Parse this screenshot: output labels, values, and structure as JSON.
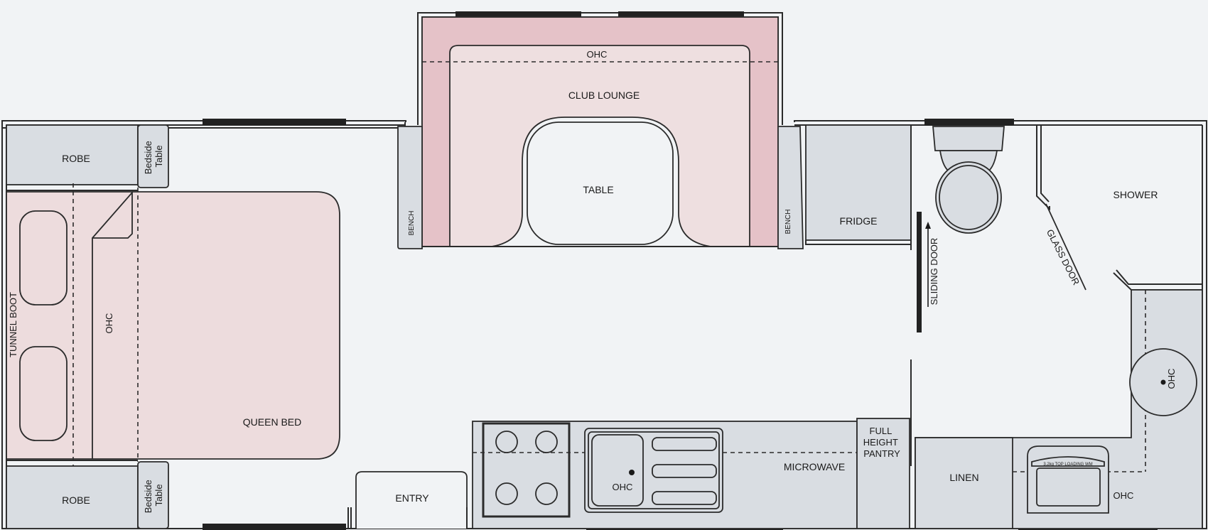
{
  "labels": {
    "robe_top": "ROBE",
    "robe_bottom": "ROBE",
    "bedside_top": [
      "Bedside",
      "Table"
    ],
    "bedside_bottom": [
      "Bedside",
      "Table"
    ],
    "tunnel_boot": "TUNNEL BOOT",
    "ohc_bed": "OHC",
    "queen_bed": "QUEEN BED",
    "ohc_lounge": "OHC",
    "club_lounge": "CLUB LOUNGE",
    "table": "TABLE",
    "bench_left": "BENCH",
    "bench_right": "BENCH",
    "fridge": "FRIDGE",
    "sliding_door": "SLIDING DOOR",
    "glass_door": "GLASS DOOR",
    "shower": "SHOWER",
    "ohc_bathroom": "OHC",
    "full_height_pantry": [
      "FULL",
      "HEIGHT",
      "PANTRY"
    ],
    "microwave": "MICROWAVE",
    "ohc_kitchen": "OHC",
    "entry": "ENTRY",
    "linen": "LINEN",
    "washing_machine": "3.2kg TOP LOADING WM",
    "ohc_laundry": "OHC"
  },
  "colors": {
    "background": "#f1f3f5",
    "cabinet": "#d9dde2",
    "bed_pink": "#eddcdd",
    "lounge_dark_pink": "#e5c2c8",
    "lounge_light_pink": "#eedfe0",
    "line": "#2b2b2b"
  }
}
